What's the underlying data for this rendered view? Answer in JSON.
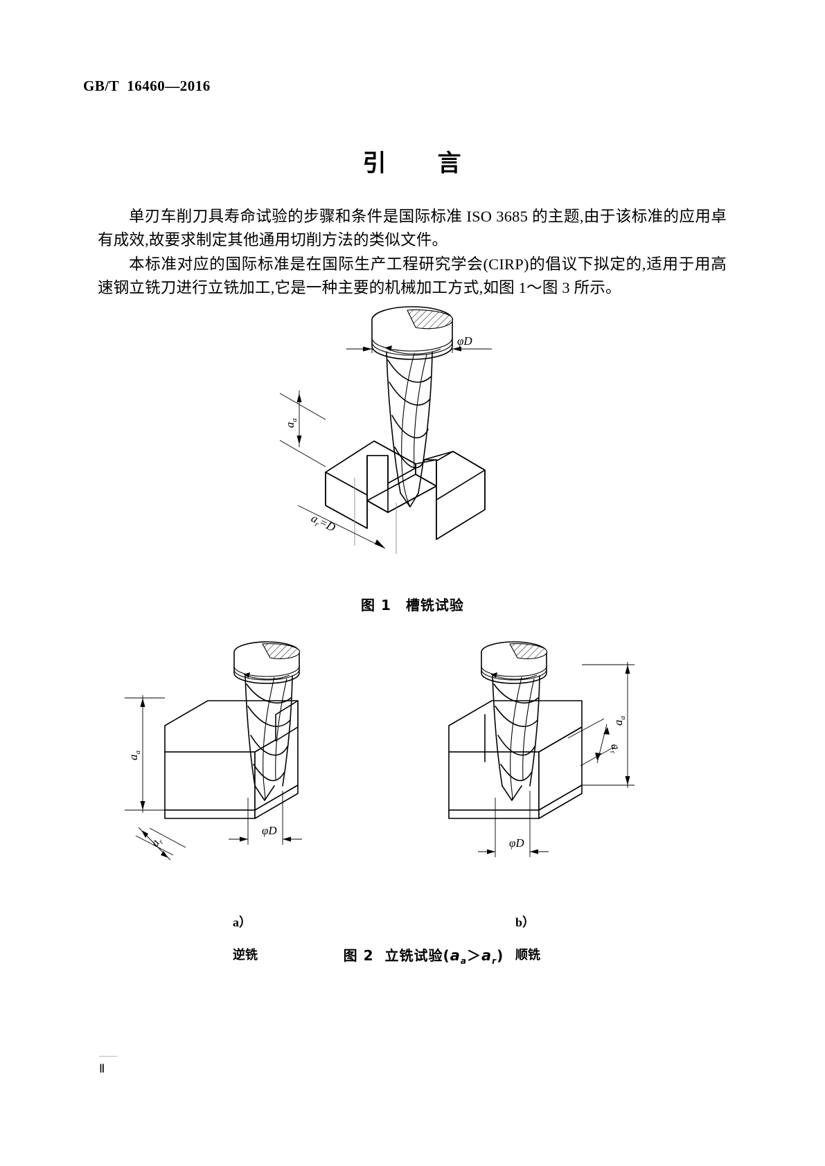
{
  "header": {
    "standard_code": "GB/T  16460—2016"
  },
  "title": "引　　言",
  "paragraphs": [
    "单刃车削刀具寿命试验的步骤和条件是国际标准 ISO 3685 的主题,由于该标准的应用卓有成效,故要求制定其他通用切削方法的类似文件。",
    "本标准对应的国际标准是在国际生产工程研究学会(CIRP)的倡议下拟定的,适用于用高速钢立铣刀进行立铣加工,它是一种主要的机械加工方式,如图 1～图 3 所示。"
  ],
  "figures": [
    {
      "id": "figure-1",
      "caption": "图 1　槽铣试验",
      "labels": {
        "diameter": "D",
        "diameter_symbol": "φ",
        "axial_depth": "a",
        "axial_depth_sub": "a",
        "radial_depth": "a",
        "radial_depth_sub": "r",
        "radial_depth_value": "=D"
      }
    },
    {
      "id": "figure-2",
      "caption": "图 2　立铣试验(a a＞a r)",
      "caption_parts": {
        "number": "图 2",
        "name": "立铣试验",
        "condition_open": "(",
        "var1": "a",
        "var1_sub": "a",
        "operator": "＞",
        "var2": "a",
        "var2_sub": "r",
        "condition_close": ")"
      },
      "subfigures": [
        {
          "key": "a",
          "marker": "a）",
          "label": "逆铣"
        },
        {
          "key": "b",
          "marker": "b）",
          "label": "顺铣"
        }
      ],
      "labels": {
        "diameter": "D",
        "diameter_symbol": "φ",
        "axial_depth": "a",
        "axial_depth_sub": "a",
        "radial_depth": "a",
        "radial_depth_sub": "r"
      }
    }
  ],
  "footer": {
    "page_number": "Ⅱ"
  }
}
